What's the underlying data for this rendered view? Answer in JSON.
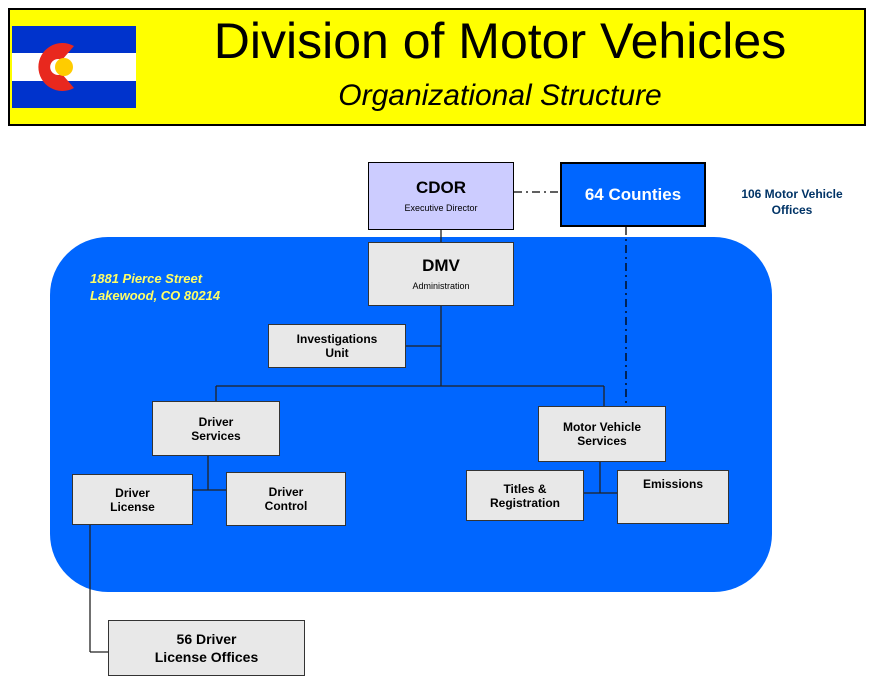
{
  "header": {
    "title": "Division of Motor Vehicles",
    "subtitle": "Organizational Structure"
  },
  "address": {
    "line1": "1881 Pierce Street",
    "line2": "Lakewood, CO 80214"
  },
  "nodes": {
    "cdor": {
      "title": "CDOR",
      "subtitle": "Executive Director"
    },
    "counties": {
      "title": "64 Counties"
    },
    "mv_offices": {
      "line1": "106 Motor Vehicle",
      "line2": "Offices"
    },
    "dmv": {
      "title": "DMV",
      "subtitle": "Administration"
    },
    "investigations": {
      "line1": "Investigations",
      "line2": "Unit"
    },
    "driver_services": {
      "line1": "Driver",
      "line2": "Services"
    },
    "motor_vehicle_services": {
      "line1": "Motor Vehicle",
      "line2": "Services"
    },
    "driver_license": {
      "line1": "Driver",
      "line2": "License"
    },
    "driver_control": {
      "line1": "Driver",
      "line2": "Control"
    },
    "titles_registration": {
      "line1": "Titles &",
      "line2": "Registration"
    },
    "emissions": {
      "title": "Emissions"
    },
    "license_offices": {
      "line1": "56 Driver",
      "line2": "License Offices"
    }
  },
  "colors": {
    "banner": "#ffff00",
    "region": "#0066ff",
    "cdor_box": "#ccccff",
    "box": "#e8e8e8",
    "address_text": "#ffff66",
    "flag_blue": "#0033cc",
    "flag_red": "#e8281e",
    "flag_gold": "#ffcc00"
  },
  "icons": {
    "logo": "colorado-flag-icon"
  }
}
